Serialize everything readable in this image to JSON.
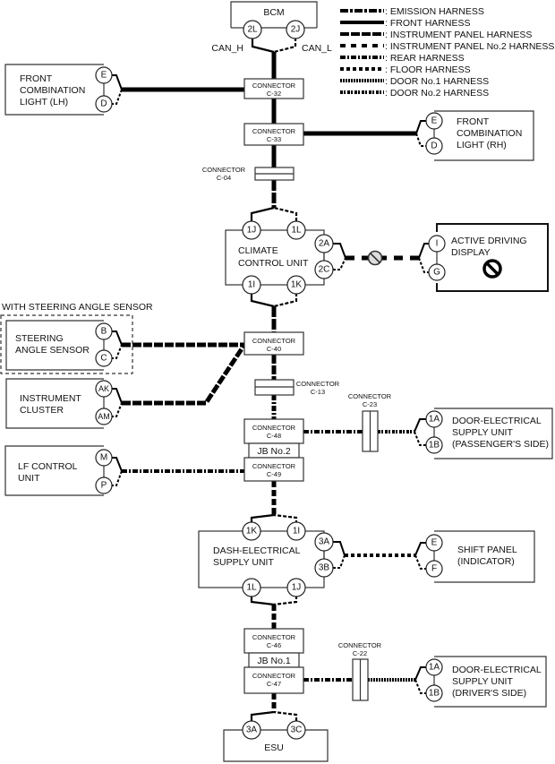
{
  "legend": [
    {
      "style": "emission",
      "label": ": EMISSION HARNESS"
    },
    {
      "style": "front",
      "label": ": FRONT HARNESS"
    },
    {
      "style": "ip",
      "label": ": INSTRUMENT PANEL HARNESS"
    },
    {
      "style": "ip2",
      "label": ": INSTRUMENT PANEL No.2 HARNESS"
    },
    {
      "style": "rear",
      "label": ": REAR HARNESS"
    },
    {
      "style": "floor",
      "label": ": FLOOR HARNESS"
    },
    {
      "style": "door1",
      "label": ": DOOR No.1 HARNESS"
    },
    {
      "style": "door2",
      "label": ": DOOR No.2 HARNESS"
    }
  ],
  "units": {
    "bcm": {
      "name": "BCM",
      "pins": [
        "2L",
        "2J"
      ],
      "signals": [
        "CAN_H",
        "CAN_L"
      ]
    },
    "fcl_lh": {
      "lines": [
        "FRONT",
        "COMBINATION",
        "LIGHT (LH)"
      ],
      "pins": [
        "E",
        "D"
      ]
    },
    "fcl_rh": {
      "lines": [
        "FRONT",
        "COMBINATION",
        "LIGHT (RH)"
      ],
      "pins": [
        "E",
        "D"
      ]
    },
    "climate": {
      "lines": [
        "CLIMATE",
        "CONTROL UNIT"
      ],
      "pins_top": [
        "1J",
        "1L"
      ],
      "pins_bottom": [
        "1I",
        "1K"
      ],
      "pins_side": [
        "2A",
        "2C"
      ]
    },
    "add": {
      "lines": [
        "ACTIVE DRIVING",
        "DISPLAY"
      ],
      "pins": [
        "I",
        "G"
      ]
    },
    "sas_group": {
      "label": "WITH STEERING ANGLE SENSOR"
    },
    "sas": {
      "lines": [
        "STEERING",
        "ANGLE SENSOR"
      ],
      "pins": [
        "B",
        "C"
      ]
    },
    "cluster": {
      "lines": [
        "INSTRUMENT",
        "CLUSTER"
      ],
      "pins": [
        "AK",
        "AM"
      ]
    },
    "lf": {
      "lines": [
        "LF CONTROL",
        "UNIT"
      ],
      "pins": [
        "M",
        "P"
      ]
    },
    "desu_p": {
      "lines": [
        "DOOR-ELECTRICAL",
        "SUPPLY UNIT",
        "(PASSENGER'S SIDE)"
      ],
      "pins": [
        "1A",
        "1B"
      ]
    },
    "dash": {
      "lines": [
        "DASH-ELECTRICAL",
        "SUPPLY UNIT"
      ],
      "pins_top": [
        "1K",
        "1I"
      ],
      "pins_bottom": [
        "1L",
        "1J"
      ],
      "pins_side": [
        "3A",
        "3B"
      ]
    },
    "shift": {
      "lines": [
        "SHIFT PANEL",
        "(INDICATOR)"
      ],
      "pins": [
        "E",
        "F"
      ]
    },
    "desu_d": {
      "lines": [
        "DOOR-ELECTRICAL",
        "SUPPLY UNIT",
        "(DRIVER'S SIDE)"
      ],
      "pins": [
        "1A",
        "1B"
      ]
    },
    "esu": {
      "name": "ESU",
      "pins": [
        "3A",
        "3C"
      ]
    }
  },
  "connectors": {
    "word": "CONNECTOR",
    "c32": "C-32",
    "c33": "C-33",
    "c04": "C-04",
    "c40": "C-40",
    "c13": "C-13",
    "c48": "C-48",
    "c49": "C-49",
    "c23": "C-23",
    "c46": "C-46",
    "c47": "C-47",
    "c22": "C-22"
  },
  "junction_boxes": {
    "jb2": "JB No.2",
    "jb1": "JB No.1"
  }
}
